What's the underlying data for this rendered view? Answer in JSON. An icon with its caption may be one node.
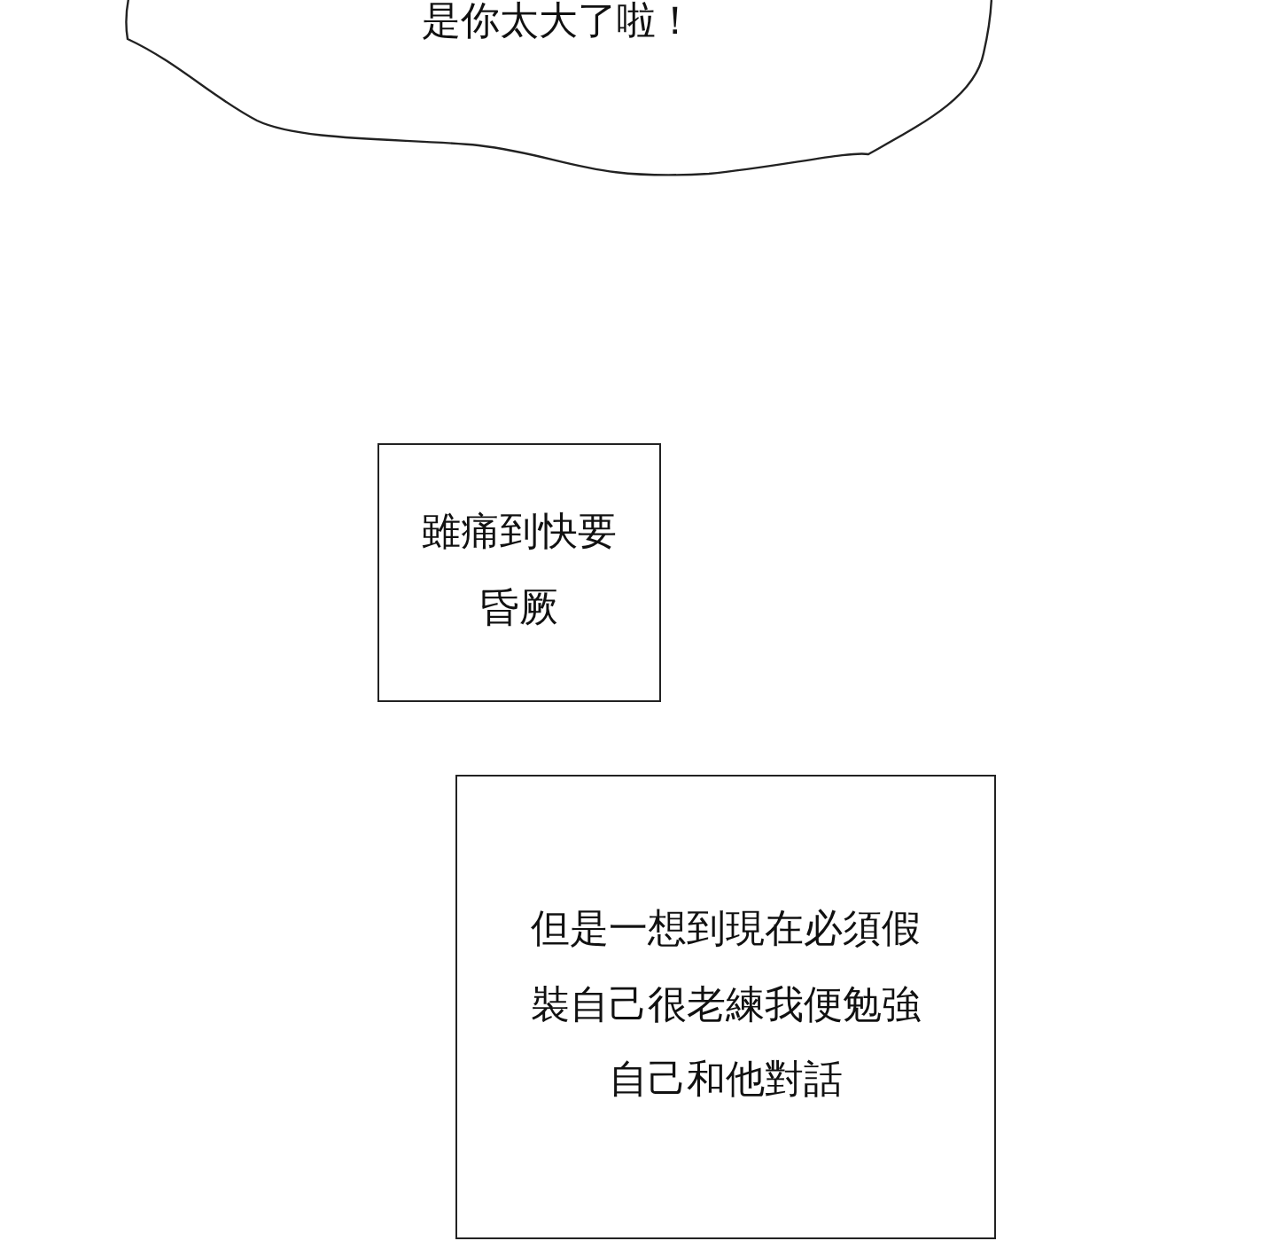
{
  "diagram": {
    "nodes": [
      {
        "text": [
          "是你太大了啦！"
        ]
      },
      {
        "text": [
          "雖痛到快要昏厥"
        ]
      },
      {
        "text": [
          "但是一想到現在必須假裝自己很老練我便勉強自己和他對話"
        ]
      }
    ]
  }
}
